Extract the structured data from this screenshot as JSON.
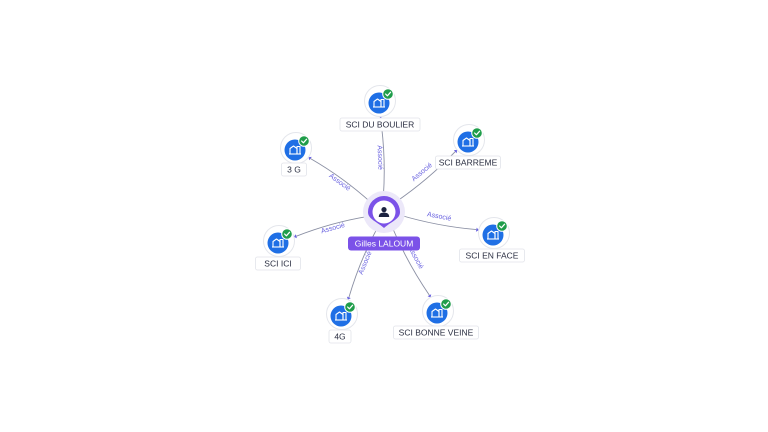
{
  "center": {
    "name": "Gilles LALOUM",
    "icon": "person-icon",
    "accent": "#7b52e8"
  },
  "edge_label": "Associé",
  "colors": {
    "company_icon_bg": "#1f6fe5",
    "check_badge": "#1f9d4a",
    "edge_text": "#6a63e0"
  },
  "companies": [
    {
      "name": "SCI DU BOULIER",
      "icon": "building-icon",
      "status_icon": "check-icon"
    },
    {
      "name": "SCI BARREME",
      "icon": "building-icon",
      "status_icon": "check-icon"
    },
    {
      "name": "SCI EN FACE",
      "icon": "building-icon",
      "status_icon": "check-icon"
    },
    {
      "name": "SCI BONNE VEINE",
      "icon": "building-icon",
      "status_icon": "check-icon"
    },
    {
      "name": "4G",
      "icon": "building-icon",
      "status_icon": "check-icon"
    },
    {
      "name": "SCI ICI",
      "icon": "building-icon",
      "status_icon": "check-icon"
    },
    {
      "name": "3 G",
      "icon": "building-icon",
      "status_icon": "check-icon"
    }
  ]
}
